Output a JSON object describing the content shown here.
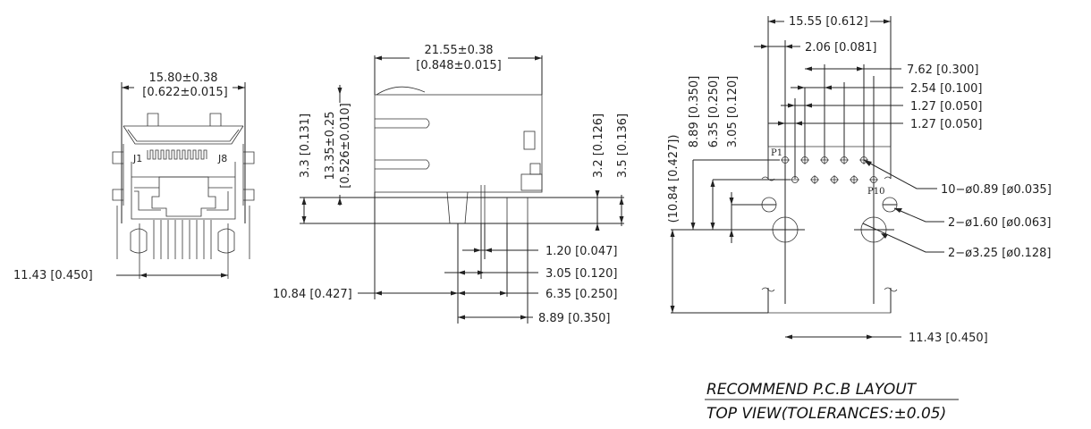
{
  "front_view": {
    "width_dim": "15.80±0.38",
    "width_dim_in": "[0.622±0.015]",
    "pin_first": "J1",
    "pin_last": "J8",
    "post_spacing": "11.43 [0.450]"
  },
  "side_view": {
    "length_dim": "21.55±0.38",
    "length_dim_in": "[0.848±0.015]",
    "standoff": "3.3 [0.131]",
    "height_dim": "13.35±0.25",
    "height_dim_in": "[0.526±0.010]",
    "pin_len_a": "3.2 [0.126]",
    "pin_len_b": "3.5 [0.136]",
    "d1": "1.20 [0.047]",
    "d2": "3.05 [0.120]",
    "d3": "6.35 [0.250]",
    "d4": "8.89 [0.350]",
    "d5": "10.84 [0.427]"
  },
  "pcb_layout": {
    "overall_width": "15.55 [0.612]",
    "edge_offset": "2.06 [0.081]",
    "pitch_762": "7.62 [0.300]",
    "pitch_254": "2.54 [0.100]",
    "pitch_127a": "1.27 [0.050]",
    "pitch_127b": "1.27 [0.050]",
    "row_depth": "(10.84 [0.427])",
    "v889": "8.89 [0.350]",
    "v635": "6.35 [0.250]",
    "v305": "3.05 [0.120]",
    "pin1_label": "P1",
    "pin10_label": "P10",
    "signal_holes": "10−ø0.89 [ø0.035]",
    "small_holes": "2−ø1.60 [ø0.063]",
    "large_holes": "2−ø3.25 [ø0.128]",
    "post_spacing": "11.43 [0.450]"
  },
  "caption": {
    "line1": "RECOMMEND P.C.B LAYOUT",
    "line2": "TOP VIEW(TOLERANCES:±0.05)"
  }
}
